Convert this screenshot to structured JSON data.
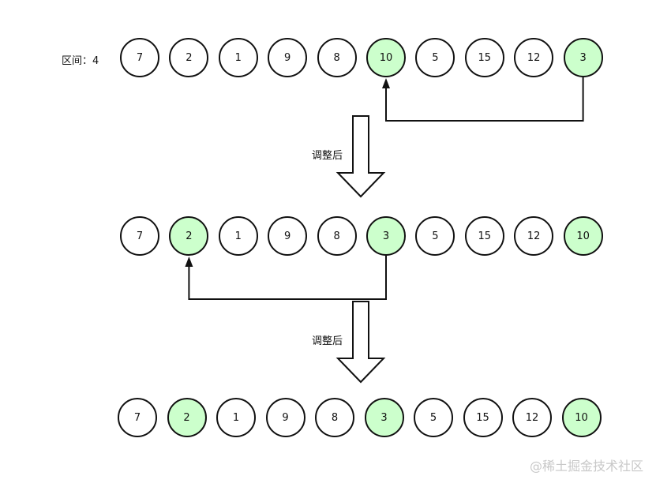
{
  "interval_label": "区间：4",
  "step_label": "调整后",
  "watermark": "@稀土掘金技术社区",
  "colors": {
    "highlight": "#ccffcc",
    "node_fill": "#ffffff",
    "stroke": "#111111"
  },
  "rows": [
    {
      "values": [
        "7",
        "2",
        "1",
        "9",
        "8",
        "10",
        "5",
        "15",
        "12",
        "3"
      ],
      "highlighted": [
        5,
        9
      ],
      "swap": {
        "from": 9,
        "to": 5
      }
    },
    {
      "values": [
        "7",
        "2",
        "1",
        "9",
        "8",
        "3",
        "5",
        "15",
        "12",
        "10"
      ],
      "highlighted": [
        1,
        5,
        9
      ],
      "swap": {
        "from": 5,
        "to": 1
      }
    },
    {
      "values": [
        "7",
        "2",
        "1",
        "9",
        "8",
        "3",
        "5",
        "15",
        "12",
        "10"
      ],
      "highlighted": [
        1,
        5,
        9
      ],
      "swap": null
    }
  ]
}
